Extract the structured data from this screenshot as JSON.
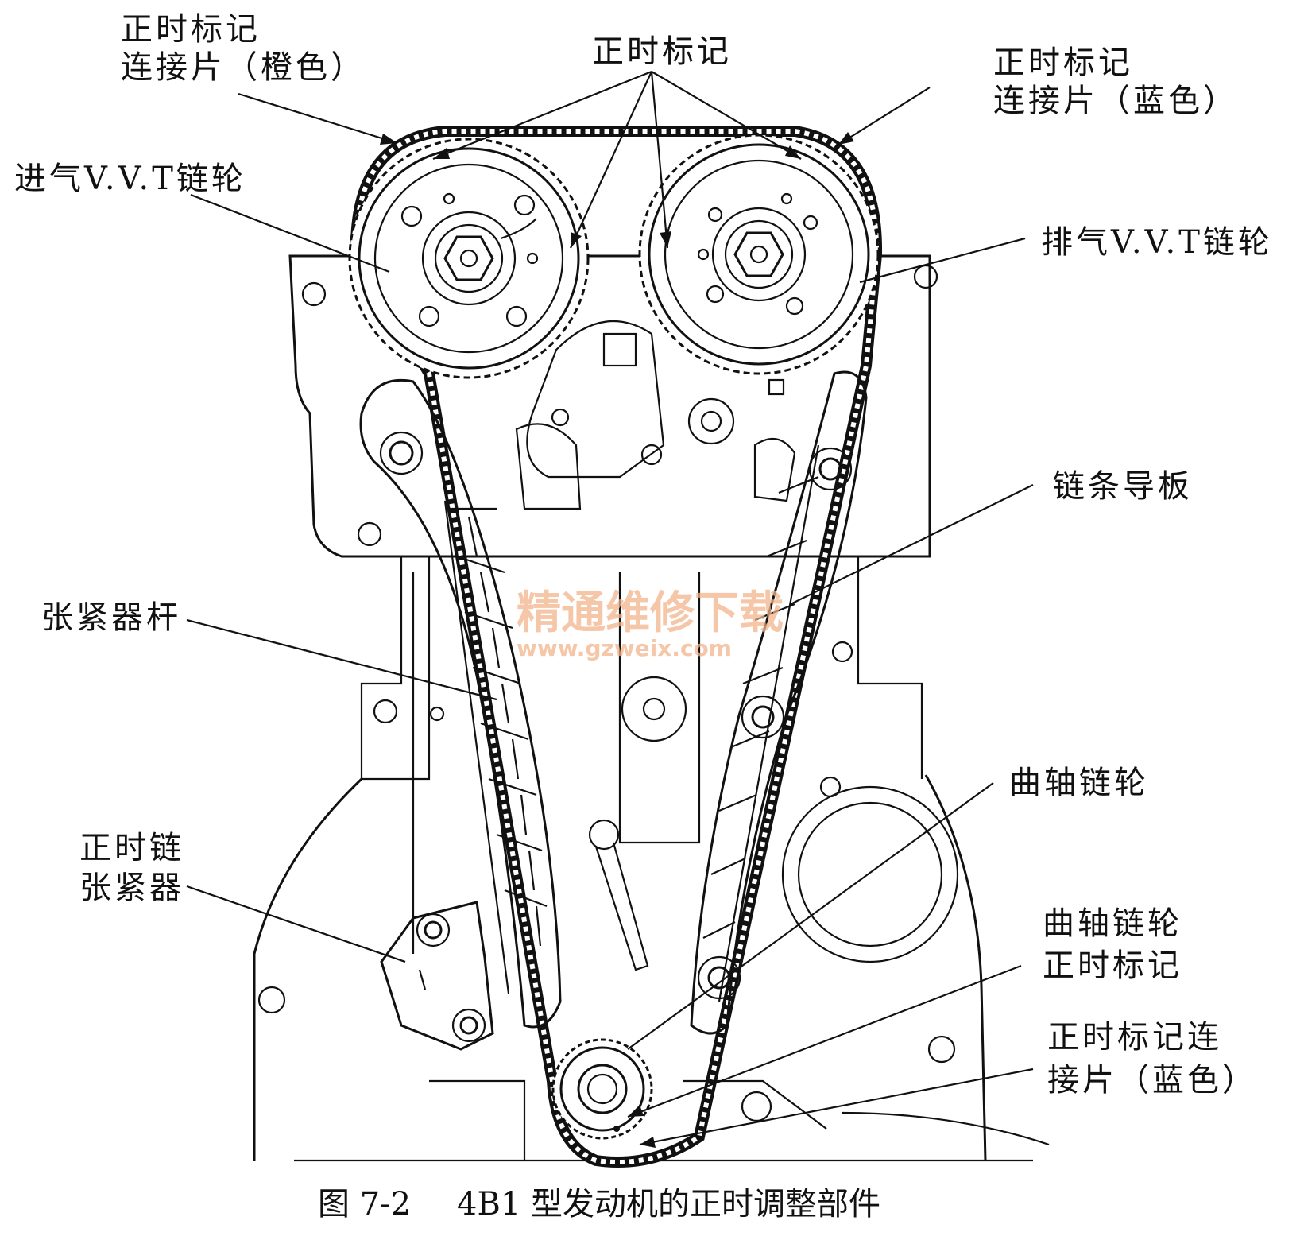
{
  "labels": {
    "mark_orange": [
      "正时标记",
      "连接片（橙色）"
    ],
    "mark_top": "正时标记",
    "mark_blue_top": [
      "正时标记",
      "连接片（蓝色）"
    ],
    "intake_sprocket": "进气V.V.T链轮",
    "exhaust_sprocket": "排气V.V.T链轮",
    "chain_guide": "链条导板",
    "tensioner_lever": "张紧器杆",
    "crank_sprocket": "曲轴链轮",
    "chain_tensioner": [
      "正时链",
      "张紧器"
    ],
    "crank_mark": [
      "曲轴链轮",
      "正时标记"
    ],
    "mark_blue_bottom": [
      "正时标记连",
      "接片（蓝色）"
    ]
  },
  "watermark": {
    "cn": "精通维修下载",
    "url": "www.gzweix.com"
  },
  "caption": {
    "number": "图 7-2",
    "text": "4B1 型发动机的正时调整部件"
  }
}
